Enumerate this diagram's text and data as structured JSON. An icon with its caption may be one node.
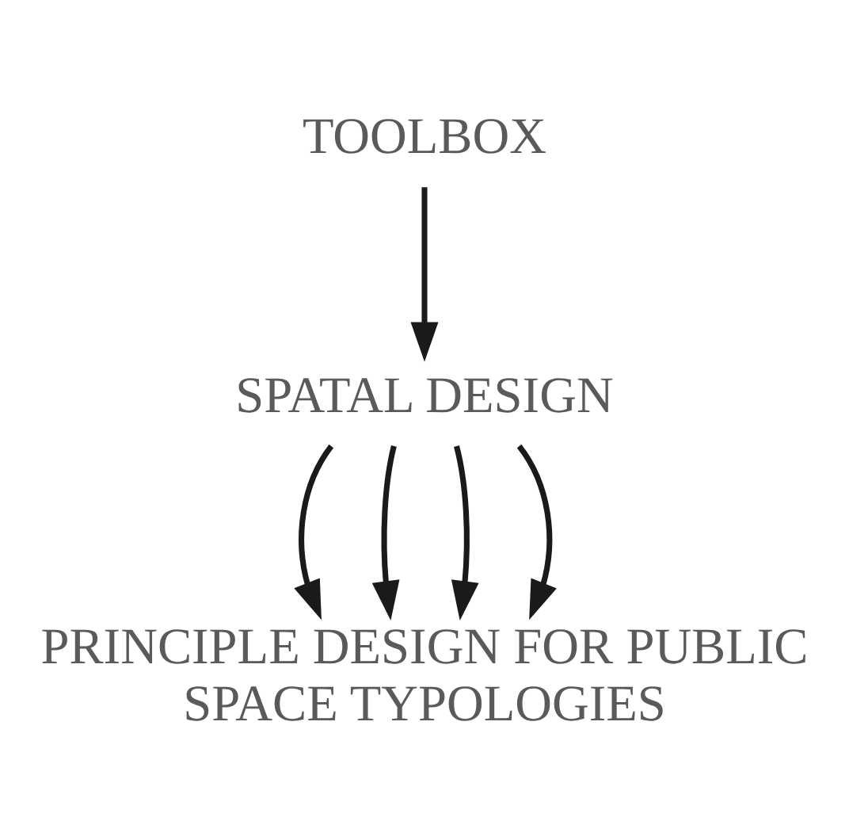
{
  "diagram": {
    "nodes": [
      {
        "text": [
          "TOOLBOX"
        ]
      },
      {
        "text": [
          "SPATAL DESIGN"
        ]
      },
      {
        "text": [
          "PRINCIPLE DESIGN FOR PUBLIC SPACE TYPOLOGIES"
        ]
      }
    ],
    "edges": [
      {
        "from": 0,
        "to": 1,
        "arrow": "to"
      },
      {
        "from": 1,
        "to": 2,
        "arrow": "to"
      },
      {
        "from": 1,
        "to": 2,
        "arrow": "to"
      },
      {
        "from": 1,
        "to": 2,
        "arrow": "to"
      },
      {
        "from": 1,
        "to": 2,
        "arrow": "to"
      }
    ]
  }
}
